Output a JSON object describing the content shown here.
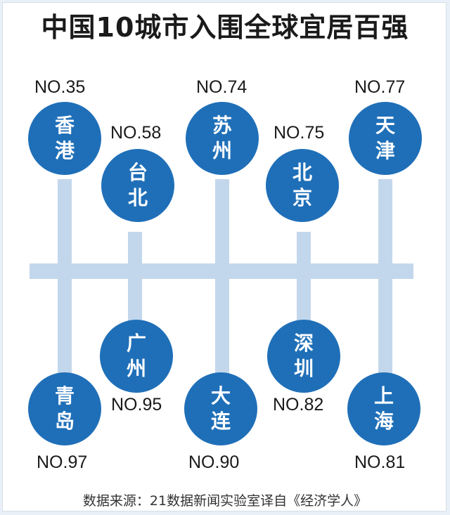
{
  "title": "中国10城市入围全球宜居百强",
  "source": "数据来源：21数据新闻实验室译自《经济学人》",
  "colors": {
    "circle": "#1f6fb8",
    "connector": "#c3d7ec",
    "text": "#1a1a1a"
  },
  "cities": [
    {
      "name": "香港",
      "rank": "NO.35"
    },
    {
      "name": "台北",
      "rank": "NO.58"
    },
    {
      "name": "苏州",
      "rank": "NO.74"
    },
    {
      "name": "北京",
      "rank": "NO.75"
    },
    {
      "name": "天津",
      "rank": "NO.77"
    },
    {
      "name": "青岛",
      "rank": "NO.97"
    },
    {
      "name": "广州",
      "rank": "NO.95"
    },
    {
      "name": "大连",
      "rank": "NO.90"
    },
    {
      "name": "深圳",
      "rank": "NO.82"
    },
    {
      "name": "上海",
      "rank": "NO.81"
    }
  ]
}
